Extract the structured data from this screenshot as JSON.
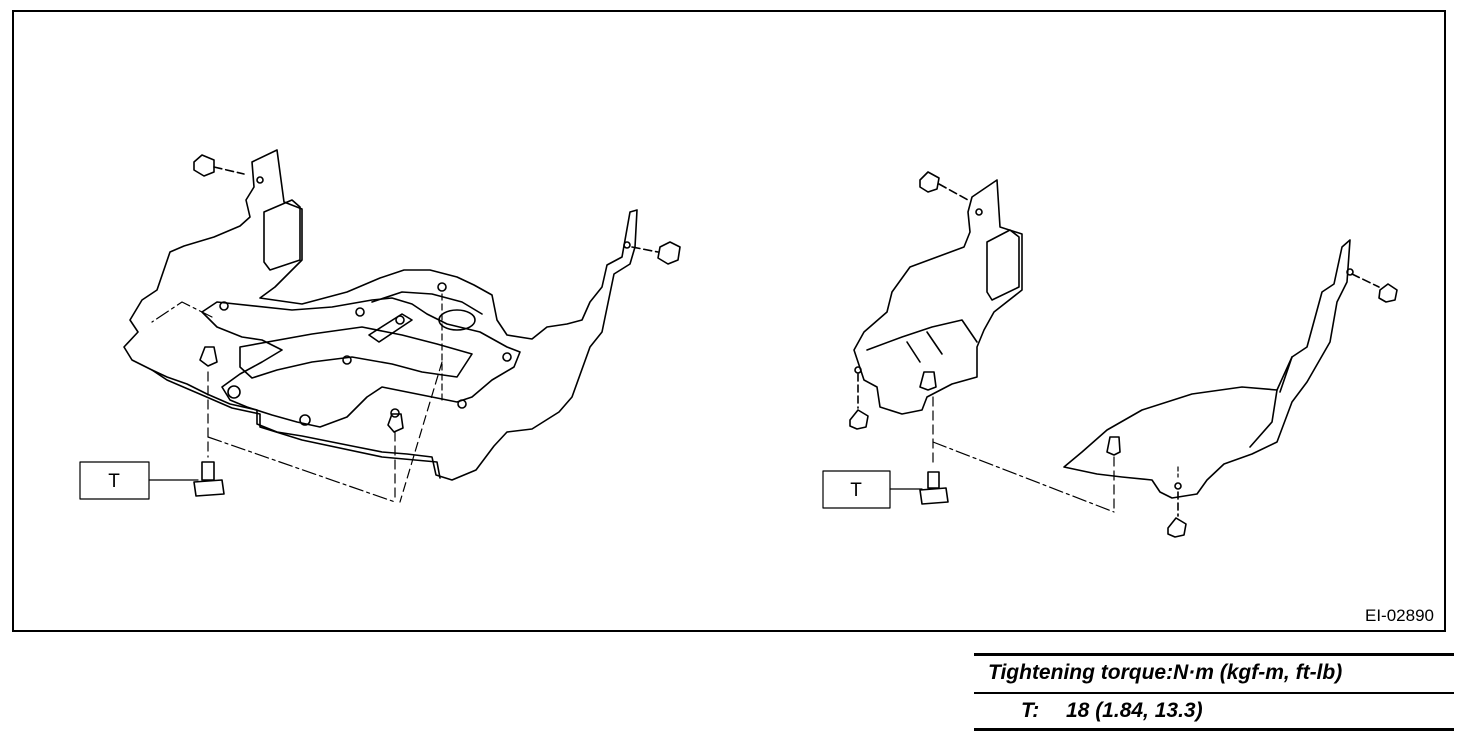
{
  "diagram": {
    "figure_id": "EI-02890",
    "callouts": [
      {
        "label": "T"
      },
      {
        "label": "T"
      }
    ]
  },
  "torque_spec": {
    "title": "Tightening torque:N·m (kgf-m, ft-lb)",
    "rows": [
      {
        "key": "T:",
        "value": "18 (1.84, 13.3)"
      }
    ]
  }
}
